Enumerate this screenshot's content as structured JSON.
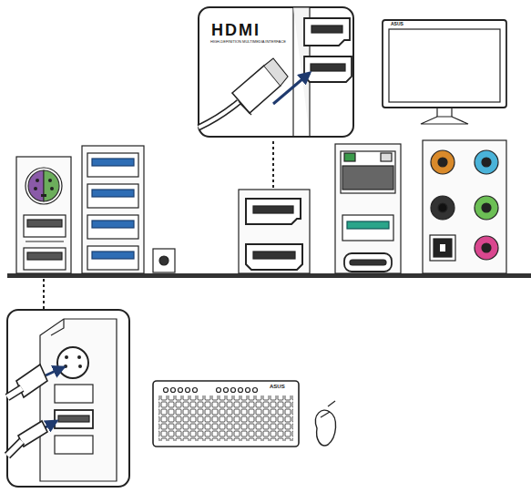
{
  "diagram": {
    "labels": [
      "HDMI",
      "HIGH-DEFINITION MULTIMEDIA INTERFACE",
      "ASUS",
      "ASUS"
    ]
  }
}
